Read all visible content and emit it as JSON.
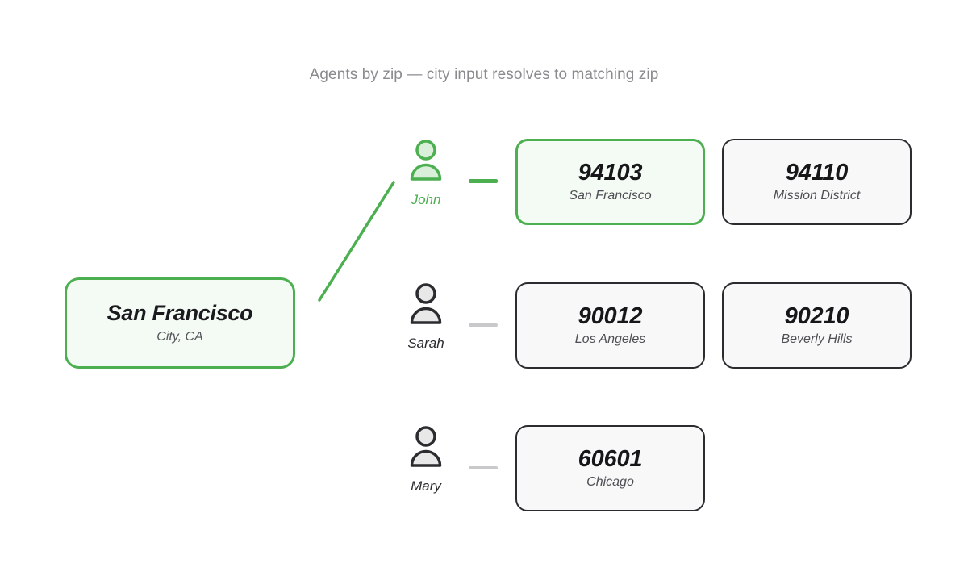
{
  "diagram": {
    "title": "Agents by zip — city input resolves to matching zip",
    "colors": {
      "accent_green": "#4caf50",
      "accent_green_fill": "#f4fbf4",
      "neutral_border": "#2c2c30",
      "neutral_fill": "#f8f8f8",
      "muted_text": "#8b8b8f",
      "connector_gray": "#c9c9cc"
    }
  },
  "source_card": {
    "name": "San Francisco",
    "subtitle": "City, CA",
    "highlighted": true
  },
  "rows": [
    {
      "agent": {
        "name": "John",
        "icon": "person-icon",
        "highlighted": true
      },
      "connector": {
        "icon": "dash-connector",
        "highlighted": true
      },
      "zips": [
        {
          "code": "94103",
          "label": "San Francisco",
          "highlighted": true
        },
        {
          "code": "94110",
          "label": "Mission District",
          "highlighted": false
        }
      ]
    },
    {
      "agent": {
        "name": "Sarah",
        "icon": "person-icon",
        "highlighted": false
      },
      "connector": {
        "icon": "dash-connector",
        "highlighted": false
      },
      "zips": [
        {
          "code": "90012",
          "label": "Los Angeles",
          "highlighted": false
        },
        {
          "code": "90210",
          "label": "Beverly Hills",
          "highlighted": false
        }
      ]
    },
    {
      "agent": {
        "name": "Mary",
        "icon": "person-icon",
        "highlighted": false
      },
      "connector": {
        "icon": "dash-connector",
        "highlighted": false
      },
      "zips": [
        {
          "code": "60601",
          "label": "Chicago",
          "highlighted": false
        }
      ]
    }
  ],
  "link": {
    "from": "San Francisco",
    "to": "John",
    "icon": "diagonal-link-line"
  }
}
